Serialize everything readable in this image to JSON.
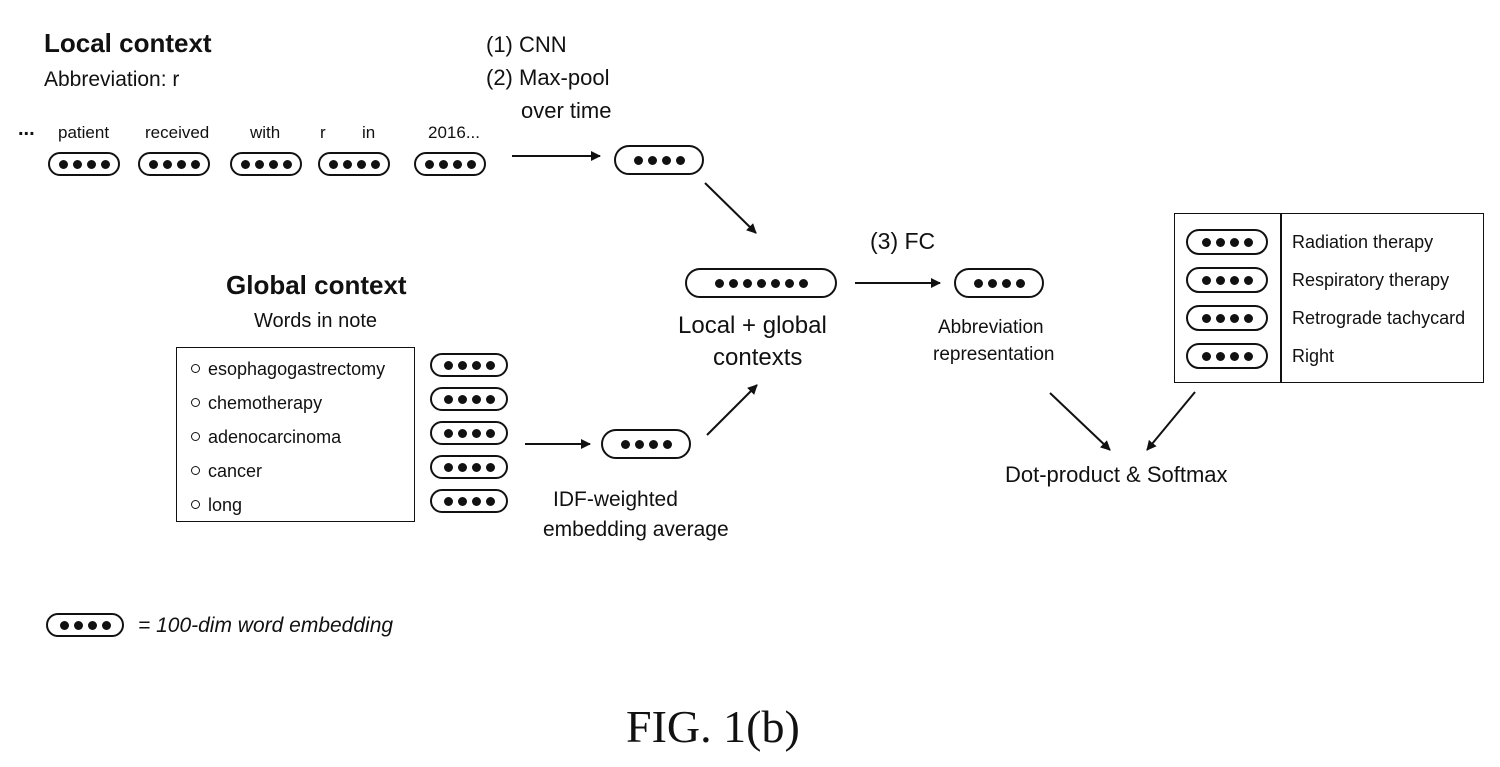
{
  "local": {
    "title": "Local context",
    "abbreviation": "Abbreviation: r",
    "ellipsis": "...",
    "words": [
      "patient",
      "received",
      "with",
      "r",
      "in",
      "2016..."
    ]
  },
  "steps": {
    "cnn": "(1) CNN",
    "maxpool_line1": "(2) Max-pool",
    "maxpool_line2": "over time",
    "fc": "(3) FC"
  },
  "global": {
    "title": "Global context",
    "subtitle": "Words in note",
    "words": [
      "esophagogastrectomy",
      "chemotherapy",
      "adenocarcinoma",
      "cancer",
      "long"
    ],
    "idf_line1": "IDF-weighted",
    "idf_line2": "embedding average"
  },
  "combined": {
    "line1": "Local + global",
    "line2": "contexts"
  },
  "abbrev_rep": {
    "line1": "Abbreviation",
    "line2": "representation"
  },
  "senses": [
    "Radiation therapy",
    "Respiratory therapy",
    "Retrograde tachycard",
    "Right"
  ],
  "output": "Dot-product & Softmax",
  "legend": "= 100-dim word embedding",
  "figure_label": "FIG. 1(b)"
}
